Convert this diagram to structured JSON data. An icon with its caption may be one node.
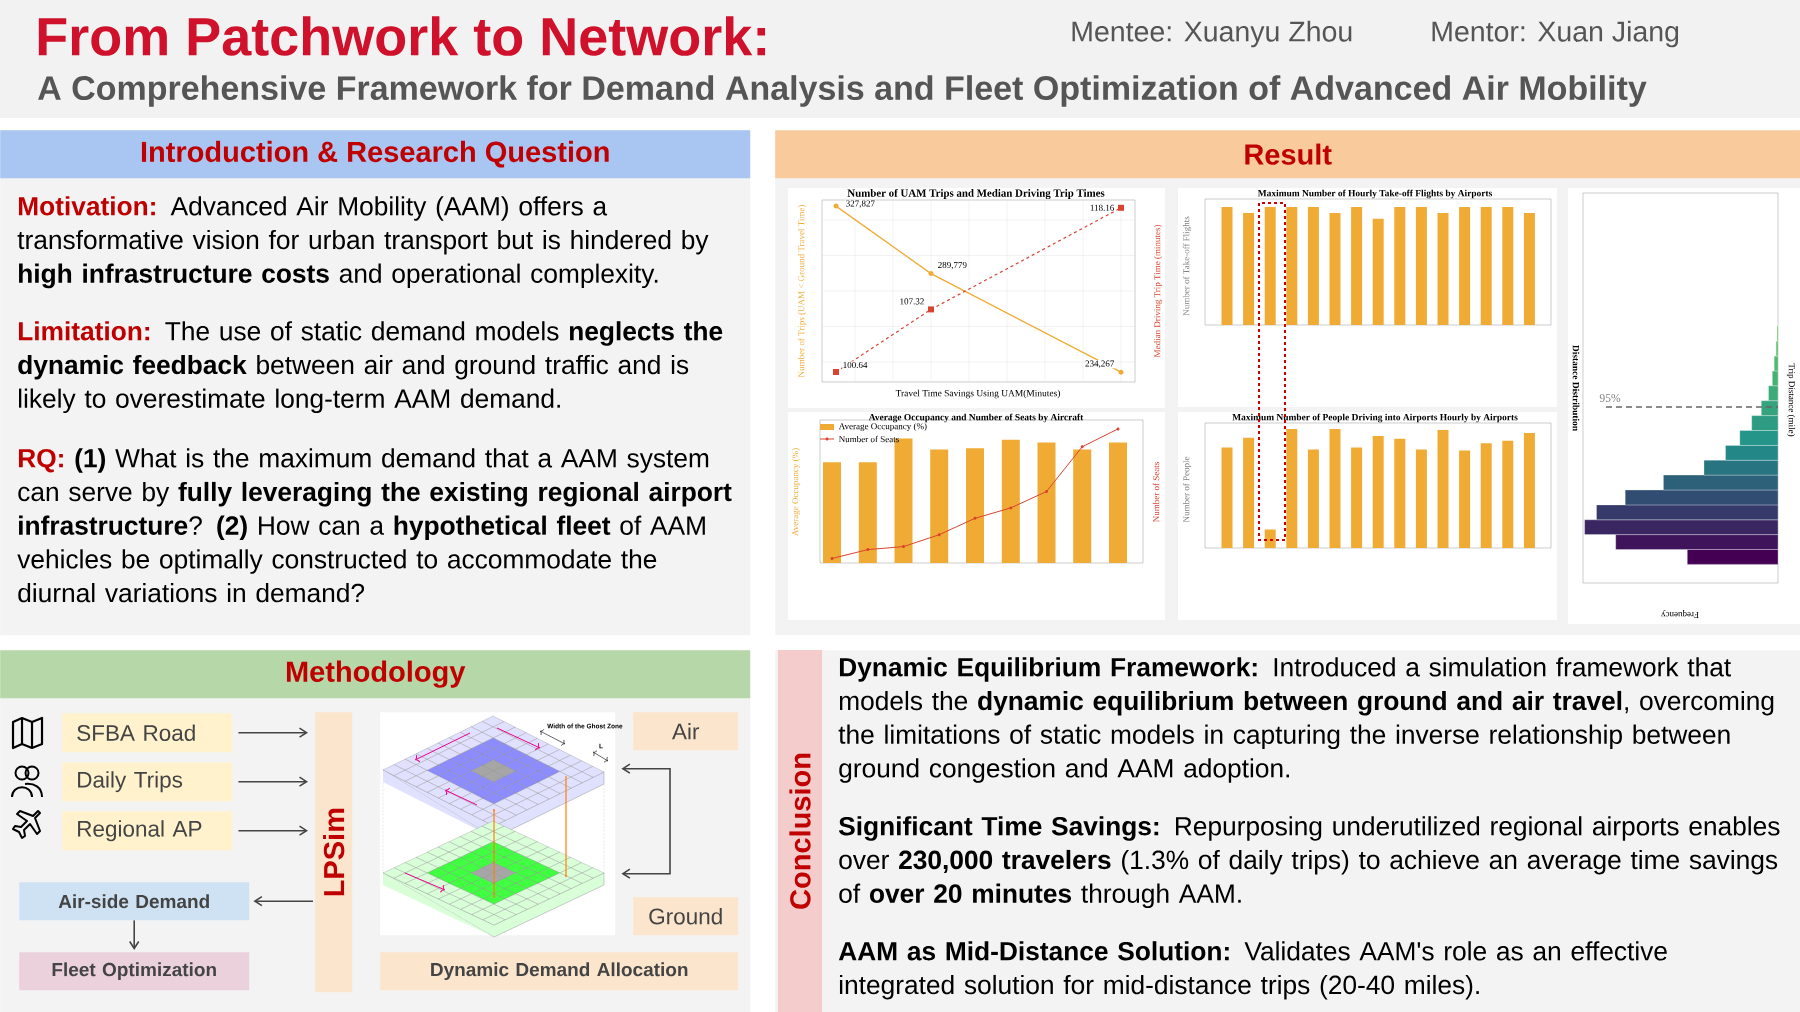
{
  "diagram": {
    "title": "From Patchwork to Network:",
    "nodes": [
      {
        "text": [
          "Introduction & Research Question",
          "Motivation:",
          "Advanced Air Mobility (AAM) offers a transformative vision for urban transport but is hindered by **high infrastructure costs** and operational complexity.",
          "Limitation:",
          "The use of static demand models **neglects the dynamic feedback** between air and ground traffic and is likely to overestimate long-term AAM demand.",
          "RQ:",
          "**(1)** What is the maximum demand that a AAM system can serve by **fully leveraging the existing regional airport infrastructure**? **(2)** How can a **hypothetical fleet** of AAM vehicles be optimally constructed to accommodate the diurnal variations in demand?"
        ]
      },
      {
        "text": [
          "Methodology"
        ]
      },
      {
        "text": [
          "SFBA Road"
        ],
        "in": 1
      },
      {
        "text": [
          "Daily Trips"
        ],
        "in": 1
      },
      {
        "text": [
          "Regional AP"
        ],
        "in": 1
      },
      {
        "text": [
          "LPSim"
        ],
        "in": 1
      },
      {
        "text": [
          "Air-side Demand"
        ],
        "in": 1
      },
      {
        "text": [
          "Fleet Optimization"
        ],
        "in": 1
      },
      {
        "text": [
          "Width of the Ghost Zone",
          "L"
        ],
        "in": 1
      },
      {
        "text": [
          "Air"
        ],
        "in": 1
      },
      {
        "text": [
          "Ground"
        ],
        "in": 1
      },
      {
        "text": [
          "Dynamic Demand Allocation"
        ],
        "in": 1
      },
      {
        "text": [
          "Result"
        ]
      },
      {
        "text": [
          "Conclusion",
          "**Dynamic Equilibrium Framework:** Introduced a simulation framework that models the **dynamic equilibrium between ground and air travel**, overcoming the limitations of static models in capturing the inverse relationship between ground congestion and AAM adoption.",
          "**Significant Time Savings:** Repurposing underutilized regional airports enables over **230,000 travelers** (1.3% of daily trips) to achieve an average time savings of **over 20 minutes** through AAM.",
          "**AAM as Mid-Distance Solution:** Validates AAM's role as an effective integrated solution for mid-distance trips (20-40 miles)."
        ]
      }
    ],
    "edges": [
      {
        "from": 2,
        "to": 5,
        "arrow": "to"
      },
      {
        "from": 3,
        "to": 5,
        "arrow": "to"
      },
      {
        "from": 4,
        "to": 5,
        "arrow": "to"
      },
      {
        "from": 5,
        "to": 6,
        "arrow": "to"
      },
      {
        "from": 6,
        "to": 7,
        "arrow": "to"
      },
      {
        "from": null,
        "to": 8,
        "arrow": "to"
      },
      {
        "from": null,
        "to": 8,
        "arrow": "to"
      }
    ],
    "labels": [
      "A Comprehensive Framework for Demand Analysis and Fleet Optimization of Advanced Air Mobility",
      "Mentee: Xuanyu Zhou",
      "Mentor: Xuan Jiang",
      "Number of UAM Trips and Median Driving Trip Times",
      "327,827",
      "118.16",
      "289,779",
      "107.32",
      "100.64",
      "234,267",
      "Number of Trips (UAM < Ground Travel Time)",
      "Median Driving Trip Time (minutes)",
      "Travel Time Savings Using UAM(Minutes)",
      "Maximum Number of Hourly Take-off Flights by Airports",
      "Number of Take-off Flights",
      "Average Occupancy and Number of Seats by Aircraft",
      "Average Occupancy (%)",
      "Number of Seats",
      "Maximum Number of People Driving into Airports Hourly by Airports",
      "Number of People",
      "Distance Distribution",
      "95%",
      "Trip Distance (mile)",
      "Frequency"
    ],
    "legend": [
      {
        "text": "Average Occupancy (%)",
        "color": "#f0ab35"
      },
      {
        "text": "Number of Seats"
      }
    ]
  }
}
